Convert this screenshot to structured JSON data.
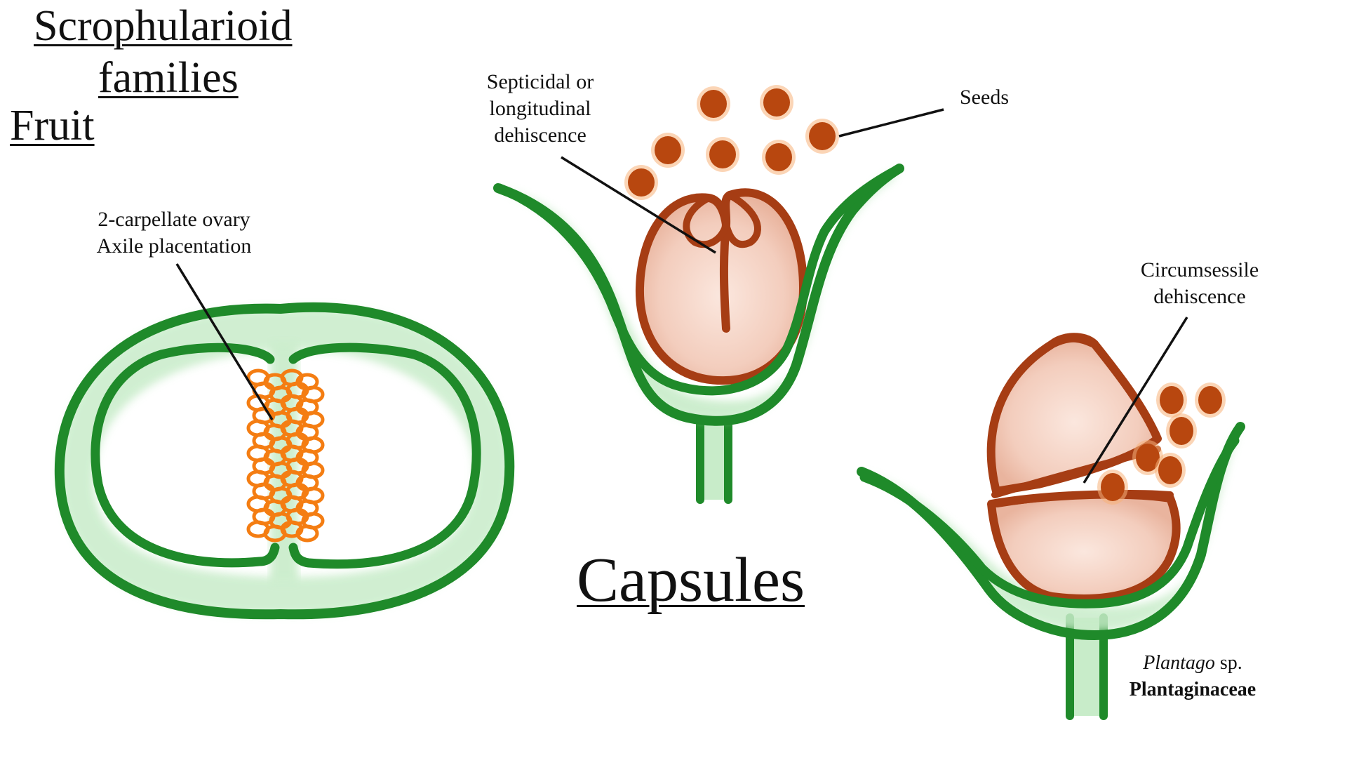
{
  "title": {
    "line1": "Scrophularioid",
    "line2": "families",
    "subtitle": "Fruit"
  },
  "capsules_heading": "Capsules",
  "labels": {
    "ovary": {
      "line1": "2-carpellate ovary",
      "line2": "Axile placentation"
    },
    "septicidal": {
      "line1": "Septicidal or",
      "line2": "longitudinal",
      "line3": "dehiscence"
    },
    "seeds": "Seeds",
    "circumsessile": {
      "line1": "Circumsessile",
      "line2": "dehiscence"
    },
    "species": {
      "genus": "Plantago",
      "suffix": " sp.",
      "family": "Plantaginaceae"
    }
  },
  "colors": {
    "wall_green": "#1f8a2a",
    "wall_fill": "#c8ecc9",
    "capsule_brown": "#a63d14",
    "capsule_fill": "#f6d9cc",
    "seed_brown": "#b8470f",
    "ovule_orange": "#f47d12"
  }
}
